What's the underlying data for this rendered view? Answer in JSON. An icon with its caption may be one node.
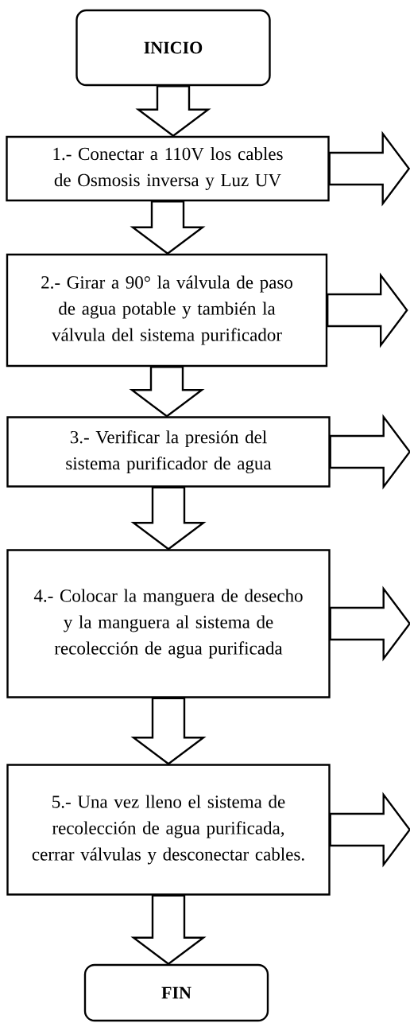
{
  "diagram": {
    "nodes": [
      {
        "text": [
          "INICIO"
        ]
      },
      {
        "text": [
          "1.- Conectar a 110V los cables de Osmosis inversa y Luz UV"
        ]
      },
      {
        "text": [
          "2.- Girar a 90° la válvula de paso de agua potable y también la válvula del sistema purificador"
        ]
      },
      {
        "text": [
          "3.- Verificar la presión del sistema purificador de agua"
        ]
      },
      {
        "text": [
          "4.- Colocar la manguera de desecho y la manguera al sistema de recolección de agua purificada"
        ]
      },
      {
        "text": [
          "5.- Una vez lleno el sistema de recolección de agua purificada, cerrar válvulas y desconectar cables."
        ]
      },
      {
        "text": [
          "FIN"
        ]
      }
    ],
    "edges": [
      {
        "from": 0,
        "to": 1,
        "arrow": "to"
      },
      {
        "from": 1,
        "to": null,
        "arrow": "to"
      },
      {
        "from": 1,
        "to": 2,
        "arrow": "to"
      },
      {
        "from": 2,
        "to": null,
        "arrow": "to"
      },
      {
        "from": 2,
        "to": 3,
        "arrow": "to"
      },
      {
        "from": 3,
        "to": null,
        "arrow": "to"
      },
      {
        "from": 3,
        "to": 4,
        "arrow": "to"
      },
      {
        "from": 4,
        "to": null,
        "arrow": "to"
      },
      {
        "from": 4,
        "to": 5,
        "arrow": "to"
      },
      {
        "from": 5,
        "to": null,
        "arrow": "to"
      },
      {
        "from": 5,
        "to": 6,
        "arrow": "to"
      }
    ]
  }
}
